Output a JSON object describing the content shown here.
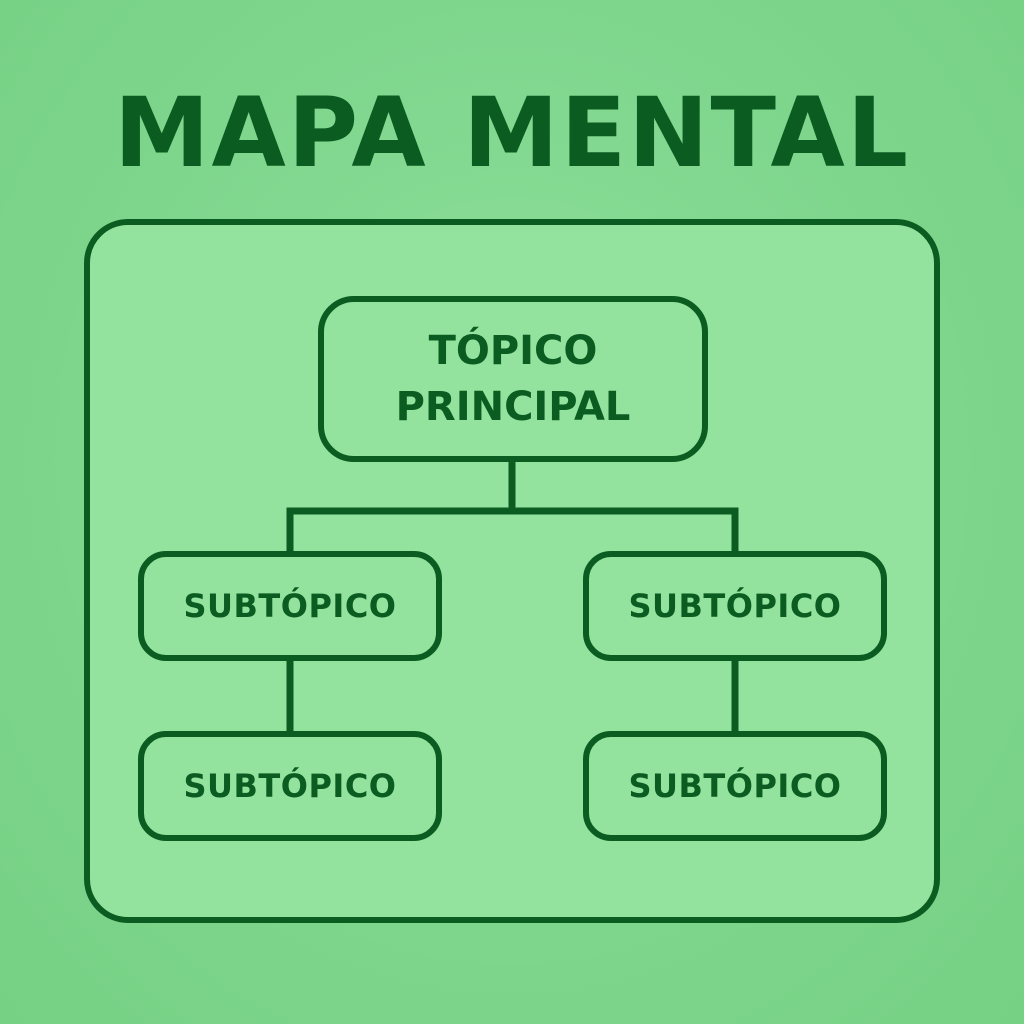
{
  "title": "MAPA MENTAL",
  "colors": {
    "background": "#7fd68d",
    "panel": "#93e39f",
    "ink": "#0b5c20"
  },
  "central_topic": {
    "line1": "TÓPICO",
    "line2": "PRINCIPAL"
  },
  "branches": [
    {
      "label": "SUBTÓPICO",
      "child": {
        "label": "SUBTÓPICO"
      }
    },
    {
      "label": "SUBTÓPICO",
      "child": {
        "label": "SUBTÓPICO"
      }
    }
  ]
}
